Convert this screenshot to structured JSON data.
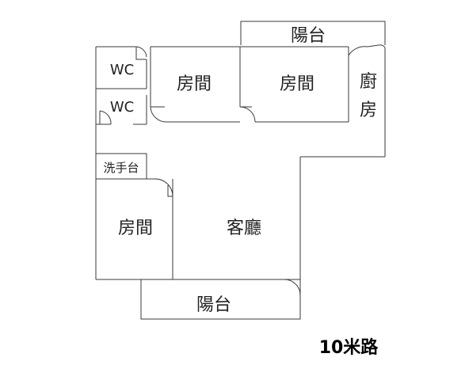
{
  "labels": {
    "balcony_top": "陽台",
    "wc_upper": "WC",
    "wc_lower": "WC",
    "bedroom_left_top": "房間",
    "bedroom_right_top": "房間",
    "kitchen_char1": "廚",
    "kitchen_char2": "房",
    "sink": "洗手台",
    "bedroom_bottom": "房間",
    "living_room": "客廳",
    "balcony_bottom": "陽台",
    "street": "10米路"
  }
}
